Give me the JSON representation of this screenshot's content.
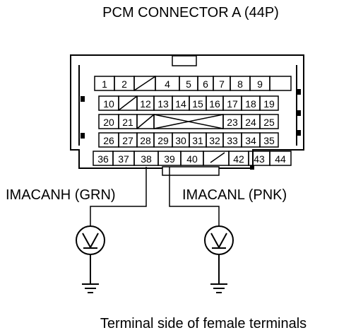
{
  "title": "PCM CONNECTOR A (44P)",
  "footer": "Terminal side of female terminals",
  "probes": {
    "left_label": "IMACANH (GRN)",
    "right_label": "IMACANL (PNK)"
  },
  "connector": {
    "rows": [
      [
        "1",
        "2",
        "",
        "4",
        "5",
        "6",
        "7",
        "8",
        "9"
      ],
      [
        "10",
        "",
        "12",
        "13",
        "14",
        "15",
        "16",
        "17",
        "18",
        "19"
      ],
      [
        "20",
        "21",
        "",
        "",
        "",
        "",
        "",
        "23",
        "24",
        "25"
      ],
      [
        "26",
        "27",
        "28",
        "29",
        "30",
        "31",
        "32",
        "33",
        "34",
        "35"
      ],
      [
        "36",
        "37",
        "38",
        "39",
        "40",
        "",
        "42",
        "43",
        "44"
      ]
    ]
  },
  "icons": [
    "voltmeter-icon",
    "ground-icon"
  ]
}
